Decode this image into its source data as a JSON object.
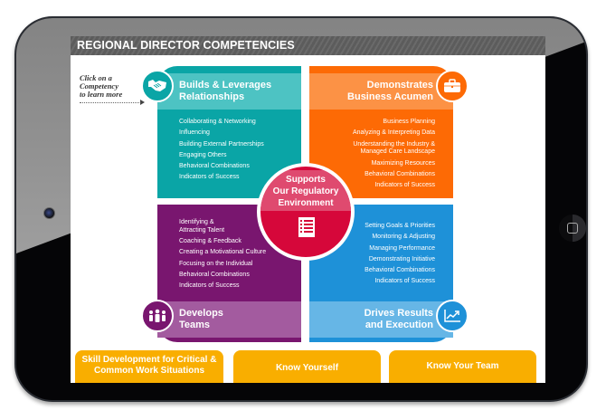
{
  "header": {
    "title": "REGIONAL DIRECTOR COMPETENCIES"
  },
  "hint": {
    "line1": "Click on a",
    "line2": "Competency",
    "line3": "to learn more"
  },
  "quadrants": {
    "builds": {
      "title_line1": "Builds & Leverages",
      "title_line2": "Relationships",
      "icon": "handshake-icon",
      "color": "#0aa5a6",
      "items": [
        "Collaborating & Networking",
        "Influencing",
        "Building External Partnerships",
        "Engaging Others",
        "Behavioral Combinations",
        "Indicators of Success"
      ]
    },
    "acumen": {
      "title_line1": "Demonstrates",
      "title_line2": "Business Acumen",
      "icon": "briefcase-icon",
      "color": "#fd6a05",
      "items": [
        "Business Planning",
        "Analyzing & Interpreting Data",
        "Understanding the Industry &",
        "Managed Care Landscape",
        "Maximizing Resources",
        "Behavioral Combinations",
        "Indicators of Success"
      ]
    },
    "teams": {
      "title_line1": "Develops",
      "title_line2": "Teams",
      "icon": "people-icon",
      "color": "#79166f",
      "items": [
        "Identifying &",
        "Attracting Talent",
        "Coaching & Feedback",
        "Creating a Motivational Culture",
        "Focusing on the Individual",
        "Behavioral Combinations",
        "Indicators of Success"
      ]
    },
    "results": {
      "title_line1": "Drives Results",
      "title_line2": "and Execution",
      "icon": "trend-chart-icon",
      "color": "#1e91d8",
      "items": [
        "Setting Goals & Priorities",
        "Monitoring & Adjusting",
        "Managing Performance",
        "Demonstrating Initiative",
        "Behavioral Combinations",
        "Indicators of Success"
      ]
    }
  },
  "center": {
    "line1": "Supports",
    "line2": "Our Regulatory",
    "line3": "Environment",
    "icon": "checklist-icon",
    "color": "#d6073a"
  },
  "buttons": {
    "skill_line1": "Skill Development for Critical &",
    "skill_line2": "Common Work Situations",
    "know_yourself": "Know Yourself",
    "know_team": "Know Your Team",
    "color": "#f9ae00"
  }
}
